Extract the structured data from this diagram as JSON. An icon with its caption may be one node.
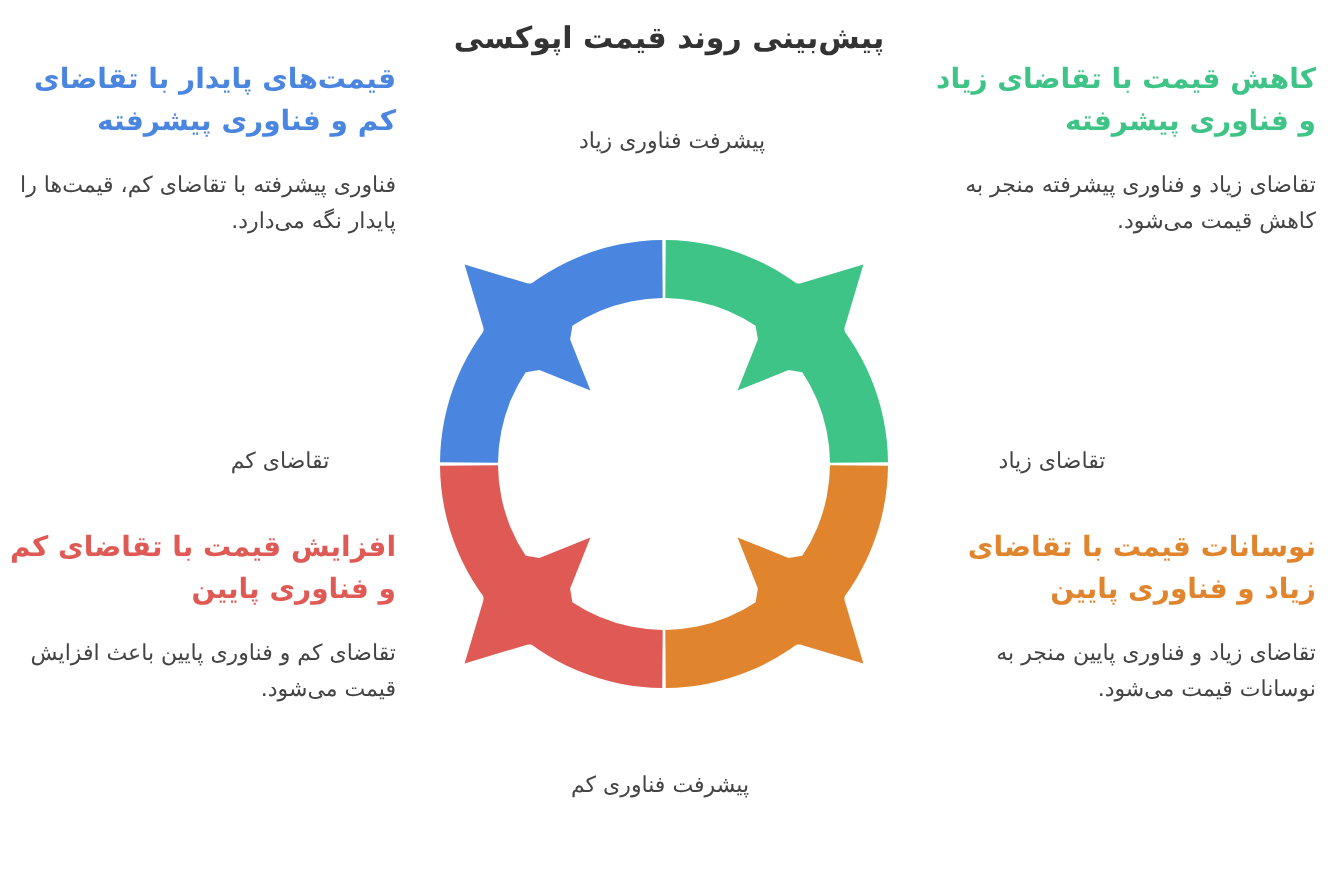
{
  "diagram": {
    "title": "پیش‌بینی روند قیمت اپوکسی",
    "nodes": [
      {
        "text": [
          "کاهش قیمت با تقاضای زیاد و فناوری پیشرفته",
          "تقاضای زیاد و فناوری پیشرفته منجر به کاهش قیمت می‌شود."
        ]
      },
      {
        "text": [
          "قیمت‌های پایدار با تقاضای کم و فناوری پیشرفته",
          "فناوری پیشرفته با تقاضای کم، قیمت‌ها را پایدار نگه می‌دارد."
        ]
      },
      {
        "text": [
          "نوسانات قیمت با تقاضای زیاد و فناوری پایین",
          "تقاضای زیاد و فناوری پایین منجر به نوسانات قیمت می‌شود."
        ]
      },
      {
        "text": [
          "افزایش قیمت با تقاضای کم و فناوری پایین",
          "تقاضای کم و فناوری پایین باعث افزایش قیمت می‌شود."
        ]
      }
    ],
    "labels": [
      "پیشرفت فناوری زیاد",
      "تقاضای زیاد",
      "تقاضای کم",
      "پیشرفت فناوری کم"
    ]
  }
}
